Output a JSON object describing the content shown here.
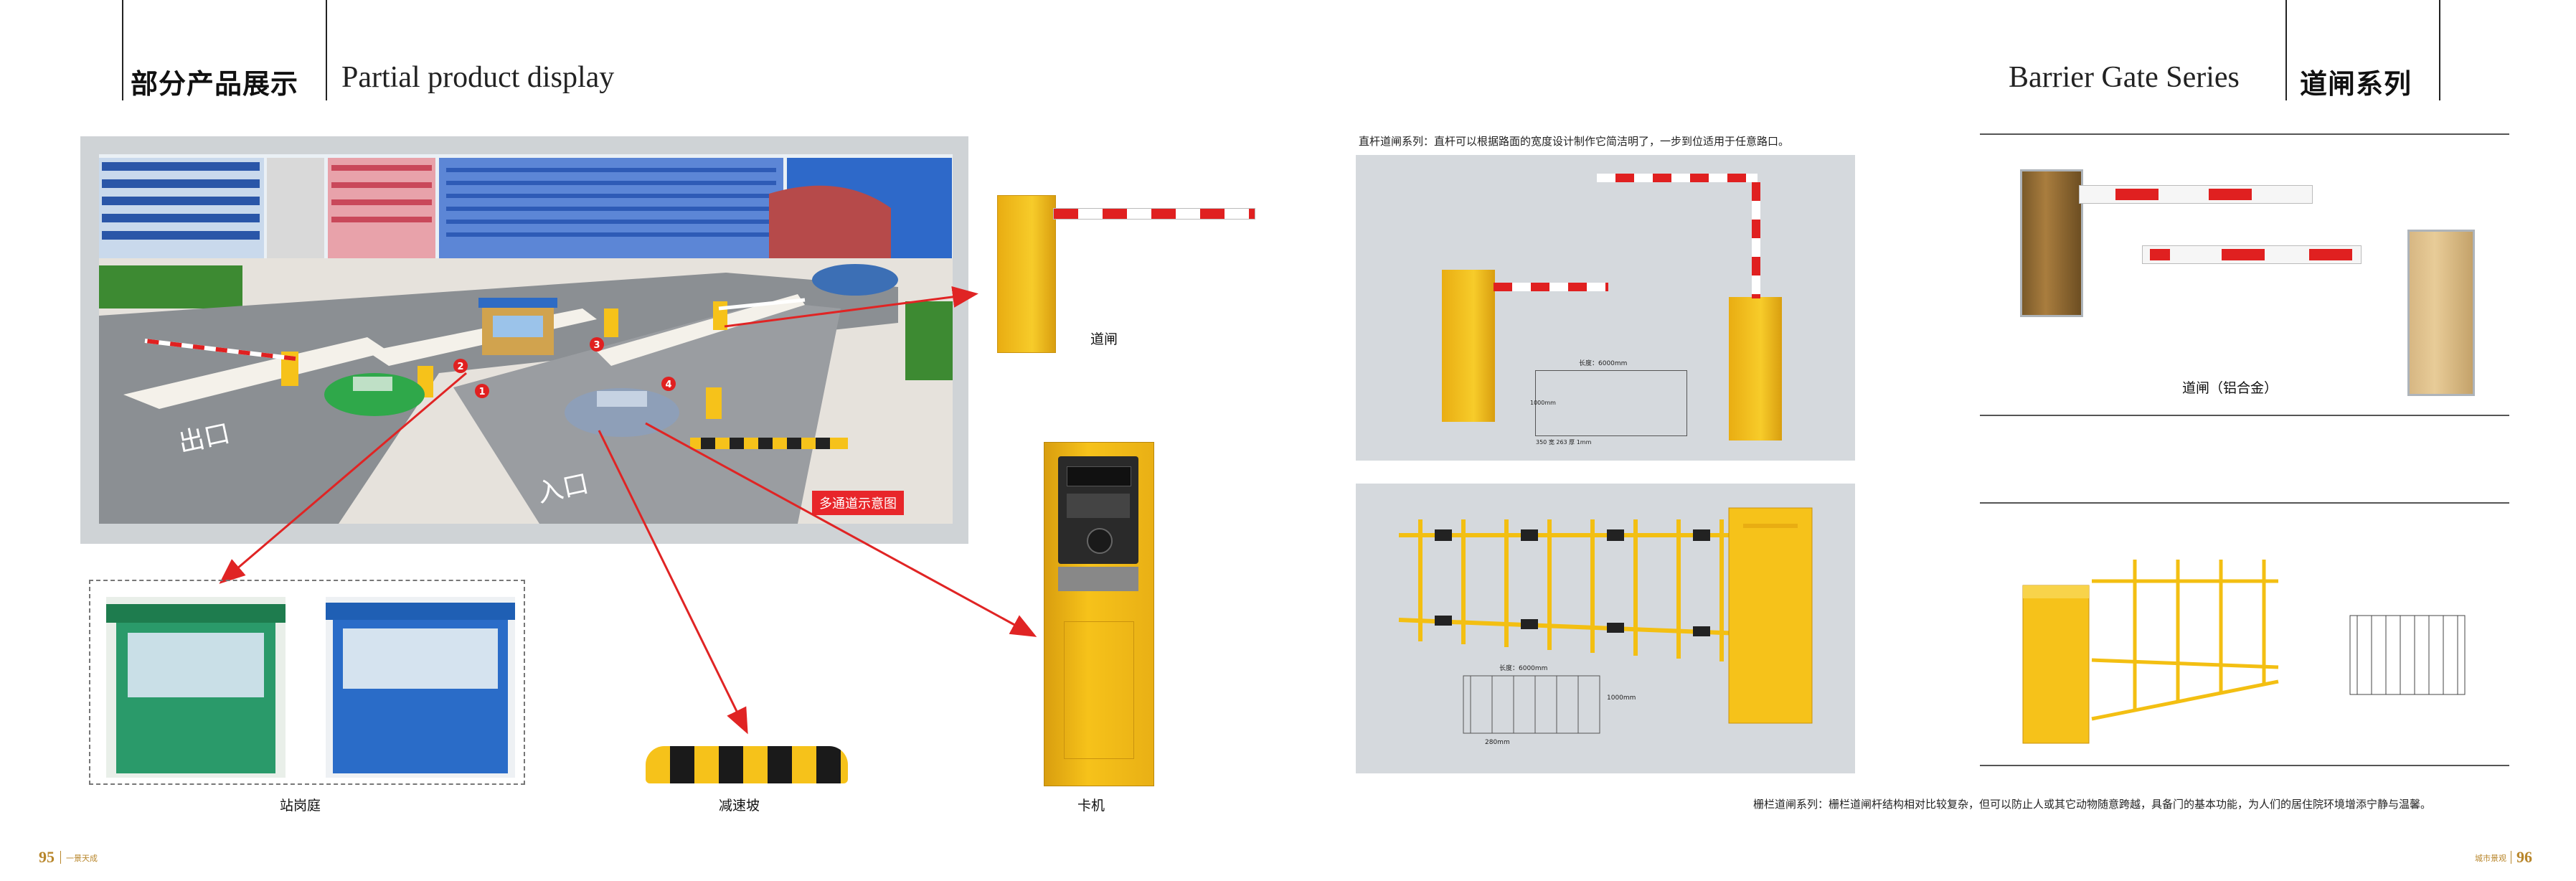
{
  "left_header": {
    "title_cn": "部分产品展示",
    "title_en": "Partial product display"
  },
  "right_header": {
    "title_en": "Barrier Gate Series",
    "title_cn": "道闸系列"
  },
  "scene": {
    "badge": "多通道示意图",
    "road_text_exit": "出口",
    "road_text_entry": "入口",
    "markers": [
      "1",
      "2",
      "3",
      "4"
    ]
  },
  "left_products": {
    "barrier_label": "道闸",
    "booth_label": "站岗庭",
    "speed_bump_label": "减速坡",
    "card_machine_label": "卡机"
  },
  "right_products": {
    "straight_desc": "直杆道闸系列：直杆可以根据路面的宽度设计制作它简洁明了，一步到位适用于任意路口。",
    "aluminum_label": "道闸（铝合金）",
    "fence_desc": "栅栏道闸系列：栅栏道闸杆结构相对比较复杂，但可以防止人或其它动物随意跨越，具备门的基本功能，为人们的居住院环境增添宁静与温馨。",
    "dim_labels": [
      "长度：6000mm",
      "1000mm",
      "350 宽 263 厚 1mm",
      "长度：6000mm",
      "1000mm",
      "280mm"
    ]
  },
  "footer": {
    "left_page": "95",
    "right_page": "96",
    "brand_left": "一景天成",
    "brand_right": "城市景观"
  },
  "colors": {
    "barrier_yellow": "#f6c21a",
    "arm_red": "#e02020",
    "booth_green": "#2a9a6a",
    "booth_blue": "#2a6cc8",
    "arrow_red": "#e02424",
    "accent_gold": "#b8862b"
  }
}
